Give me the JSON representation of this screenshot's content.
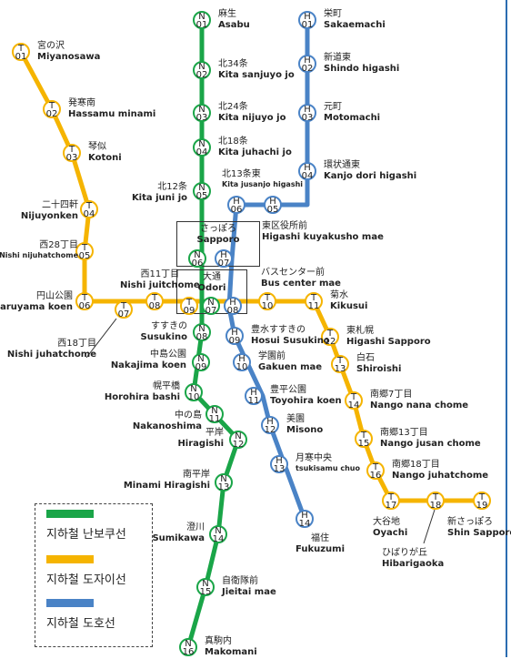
{
  "colors": {
    "namboku": "#1aa548",
    "tozai": "#f5b400",
    "toho": "#4a83c6"
  },
  "legend": [
    "지하철 난보쿠선",
    "지하철 도자이선",
    "지하철 도호선"
  ],
  "stations": [
    {
      "id": "N01",
      "line": "N",
      "num": "01",
      "ja": "麻生",
      "en": "Asabu"
    },
    {
      "id": "N02",
      "line": "N",
      "num": "02",
      "ja": "北34条",
      "en": "Kita sanjuyo jo"
    },
    {
      "id": "N03",
      "line": "N",
      "num": "03",
      "ja": "北24条",
      "en": "Kita nijuyo jo"
    },
    {
      "id": "N04",
      "line": "N",
      "num": "04",
      "ja": "北18条",
      "en": "Kita juhachi jo"
    },
    {
      "id": "N05",
      "line": "N",
      "num": "05",
      "ja": "北12条",
      "en": "Kita juni jo"
    },
    {
      "id": "N06",
      "line": "N",
      "num": "06",
      "ja": "",
      "en": ""
    },
    {
      "id": "N07",
      "line": "N",
      "num": "07",
      "ja": "",
      "en": ""
    },
    {
      "id": "N08",
      "line": "N",
      "num": "08",
      "ja": "すすきの",
      "en": "Susukino"
    },
    {
      "id": "N09",
      "line": "N",
      "num": "09",
      "ja": "中島公園",
      "en": "Nakajima koen"
    },
    {
      "id": "N10",
      "line": "N",
      "num": "10",
      "ja": "幌平橋",
      "en": "Horohira bashi"
    },
    {
      "id": "N11",
      "line": "N",
      "num": "11",
      "ja": "中の島",
      "en": "Nakanoshima"
    },
    {
      "id": "N12",
      "line": "N",
      "num": "12",
      "ja": "平岸",
      "en": "Hiragishi"
    },
    {
      "id": "N13",
      "line": "N",
      "num": "13",
      "ja": "南平岸",
      "en": "Minami Hiragishi"
    },
    {
      "id": "N14",
      "line": "N",
      "num": "14",
      "ja": "澄川",
      "en": "Sumikawa"
    },
    {
      "id": "N15",
      "line": "N",
      "num": "15",
      "ja": "自衛隊前",
      "en": "Jieitai mae"
    },
    {
      "id": "N16",
      "line": "N",
      "num": "16",
      "ja": "真駒内",
      "en": "Makomani"
    },
    {
      "id": "T01",
      "line": "T",
      "num": "01",
      "ja": "宮の沢",
      "en": "Miyanosawa"
    },
    {
      "id": "T02",
      "line": "T",
      "num": "02",
      "ja": "発寒南",
      "en": "Hassamu minami"
    },
    {
      "id": "T03",
      "line": "T",
      "num": "03",
      "ja": "琴似",
      "en": "Kotoni"
    },
    {
      "id": "T04",
      "line": "T",
      "num": "04",
      "ja": "二十四軒",
      "en": "Nijuyonken"
    },
    {
      "id": "T05",
      "line": "T",
      "num": "05",
      "ja": "西28丁目",
      "en": "Nishi nijuhatchome"
    },
    {
      "id": "T06",
      "line": "T",
      "num": "06",
      "ja": "円山公園",
      "en": "Maruyama koen"
    },
    {
      "id": "T07",
      "line": "T",
      "num": "07",
      "ja": "西18丁目",
      "en": "Nishi juhatchome"
    },
    {
      "id": "T08",
      "line": "T",
      "num": "08",
      "ja": "西11丁目",
      "en": "Nishi juitchome"
    },
    {
      "id": "T09",
      "line": "T",
      "num": "09",
      "ja": "",
      "en": ""
    },
    {
      "id": "T10",
      "line": "T",
      "num": "10",
      "ja": "バスセンター前",
      "en": "Bus center mae"
    },
    {
      "id": "T11",
      "line": "T",
      "num": "11",
      "ja": "菊水",
      "en": "Kikusui"
    },
    {
      "id": "T12",
      "line": "T",
      "num": "12",
      "ja": "東札幌",
      "en": "Higashi Sapporo"
    },
    {
      "id": "T13",
      "line": "T",
      "num": "13",
      "ja": "白石",
      "en": "Shiroishi"
    },
    {
      "id": "T14",
      "line": "T",
      "num": "14",
      "ja": "南郷7丁目",
      "en": "Nango nana chome"
    },
    {
      "id": "T15",
      "line": "T",
      "num": "15",
      "ja": "南郷13丁目",
      "en": "Nango jusan chome"
    },
    {
      "id": "T16",
      "line": "T",
      "num": "16",
      "ja": "南郷18丁目",
      "en": "Nango juhatchome"
    },
    {
      "id": "T17",
      "line": "T",
      "num": "17",
      "ja": "大谷地",
      "en": "Oyachi"
    },
    {
      "id": "T18",
      "line": "T",
      "num": "18",
      "ja": "ひばりが丘",
      "en": "Hibarigaoka"
    },
    {
      "id": "T19",
      "line": "T",
      "num": "19",
      "ja": "新さっぽろ",
      "en": "Shin Sapporo"
    },
    {
      "id": "H01",
      "line": "H",
      "num": "01",
      "ja": "栄町",
      "en": "Sakaemachi"
    },
    {
      "id": "H02",
      "line": "H",
      "num": "02",
      "ja": "新道東",
      "en": "Shindo higashi"
    },
    {
      "id": "H03",
      "line": "H",
      "num": "03",
      "ja": "元町",
      "en": "Motomachi"
    },
    {
      "id": "H04",
      "line": "H",
      "num": "04",
      "ja": "環状通東",
      "en": "Kanjo dori higashi"
    },
    {
      "id": "H05",
      "line": "H",
      "num": "05",
      "ja": "東区役所前",
      "en": "Higashi kuyakusho mae"
    },
    {
      "id": "H06",
      "line": "H",
      "num": "06",
      "ja": "北13条東",
      "en": "Kita jusanjo higashi"
    },
    {
      "id": "H07",
      "line": "H",
      "num": "07",
      "ja": "",
      "en": ""
    },
    {
      "id": "H08",
      "line": "H",
      "num": "08",
      "ja": "",
      "en": ""
    },
    {
      "id": "H09",
      "line": "H",
      "num": "09",
      "ja": "豊水すすきの",
      "en": "Hosui Susukino"
    },
    {
      "id": "H10",
      "line": "H",
      "num": "10",
      "ja": "学園前",
      "en": "Gakuen mae"
    },
    {
      "id": "H11",
      "line": "H",
      "num": "11",
      "ja": "豊平公園",
      "en": "Toyohira koen"
    },
    {
      "id": "H12",
      "line": "H",
      "num": "12",
      "ja": "美園",
      "en": "Misono"
    },
    {
      "id": "H13",
      "line": "H",
      "num": "13",
      "ja": "月寒中央",
      "en": "tsukisamu chuo"
    },
    {
      "id": "H14",
      "line": "H",
      "num": "14",
      "ja": "福住",
      "en": "Fukuzumi"
    }
  ],
  "interchanges": [
    {
      "id": "sapporo",
      "ja": "さっぽろ",
      "en": "Sapporo"
    },
    {
      "id": "odori",
      "ja": "大通",
      "en": "Odori"
    }
  ]
}
